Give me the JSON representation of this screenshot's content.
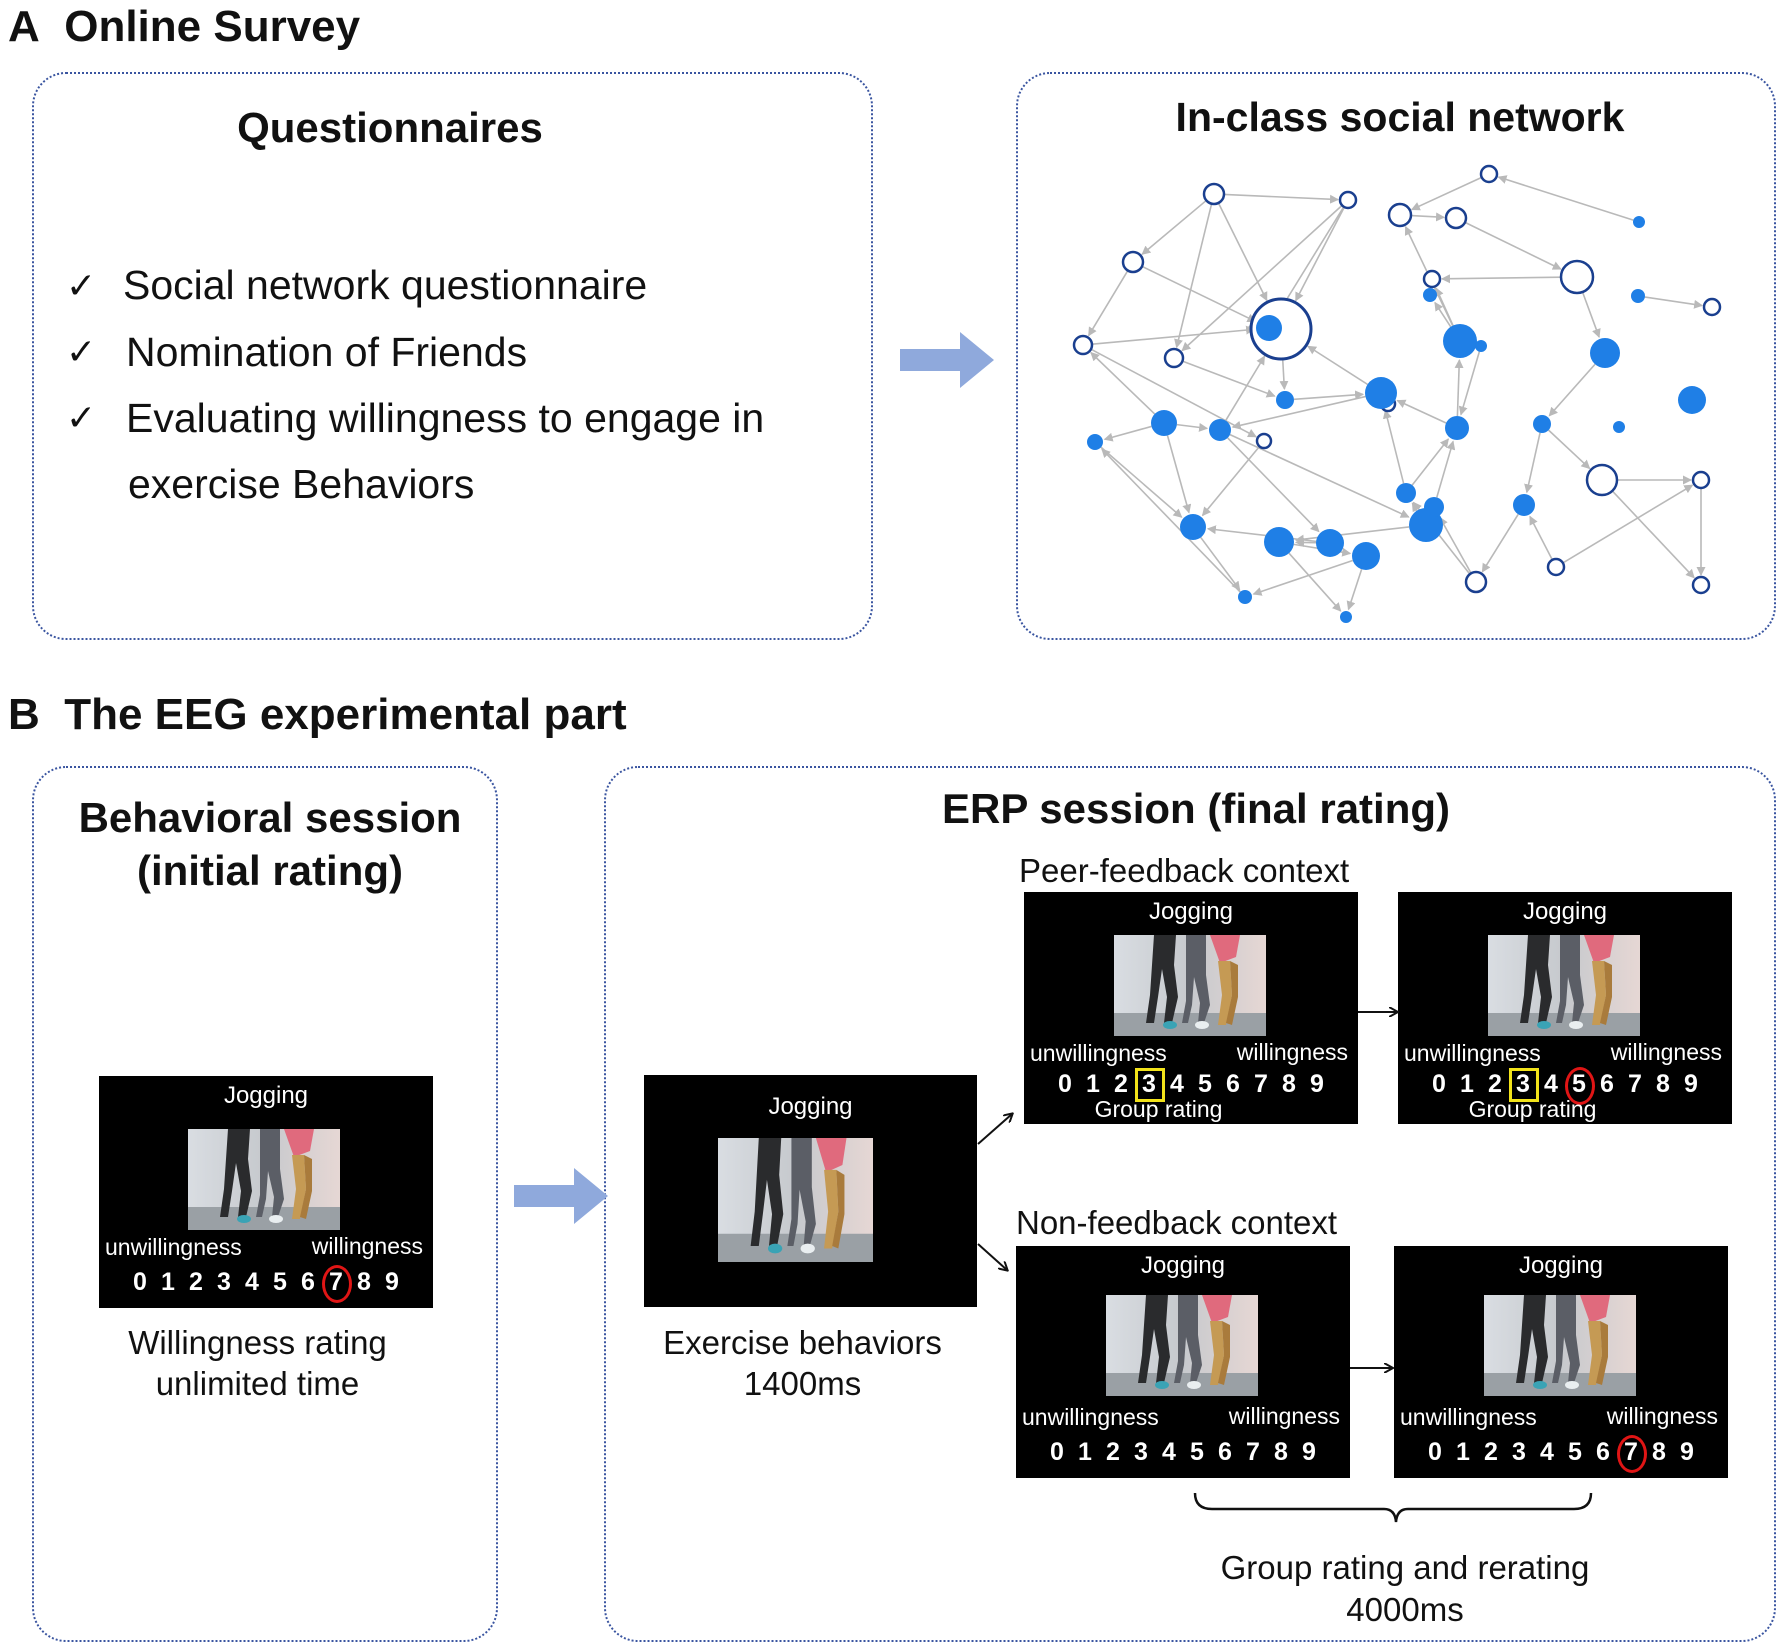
{
  "panel_a": {
    "letter": "A",
    "title": "Online Survey",
    "questionnaires": {
      "title": "Questionnaires",
      "check_glyph": "✓",
      "items": [
        {
          "lines": [
            "Social network questionnaire"
          ]
        },
        {
          "lines": [
            "Nomination of Friends"
          ]
        },
        {
          "lines": [
            "Evaluating willingness to engage  in",
            "exercise Behaviors"
          ]
        }
      ]
    },
    "network": {
      "title": "In-class social network"
    }
  },
  "panel_b": {
    "letter": "B",
    "title": "The EEG experimental part",
    "behavioral": {
      "title_line1": "Behavioral session",
      "title_line2": "(initial rating)",
      "caption_line1": "Willingness rating",
      "caption_line2": "unlimited time"
    },
    "erp": {
      "title": "ERP session (final rating)",
      "peer_label": "Peer-feedback context",
      "non_label": "Non-feedback context",
      "cue_caption_line1": "Exercise behaviors",
      "cue_caption_line2": "1400ms",
      "bottom_caption_line1": "Group rating and rerating",
      "bottom_caption_line2": "4000ms"
    }
  },
  "screen_text": {
    "task": "Jogging",
    "left_anchor": "unwillingness",
    "right_anchor": "willingness",
    "group_rating": "Group rating",
    "digits": [
      "0",
      "1",
      "2",
      "3",
      "4",
      "5",
      "6",
      "7",
      "8",
      "9"
    ]
  },
  "screens": {
    "behavioral": {
      "circled": "7",
      "boxed": null
    },
    "peer_1": {
      "circled": null,
      "boxed": "3"
    },
    "peer_2": {
      "circled": "5",
      "boxed": "3"
    },
    "non_1": {
      "circled": null,
      "boxed": null
    },
    "non_2": {
      "circled": "7",
      "boxed": null
    }
  },
  "colors": {
    "panel_border": "#3a55a0",
    "flow_arrow": "#8fa9dc",
    "node_fill": "#1f7fe6",
    "node_hollow_stroke": "#1a3f8f",
    "edge": "#b9b9b9",
    "rating_circle": "#e01515",
    "group_box": "#f2e31a"
  }
}
